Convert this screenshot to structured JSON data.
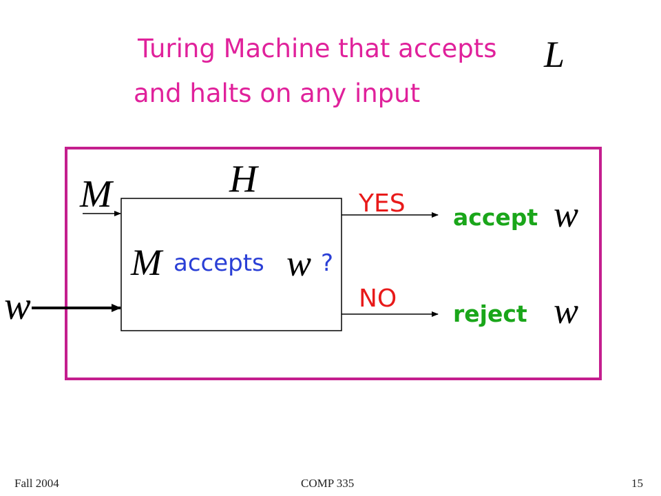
{
  "title": {
    "line1": "Turing Machine that accepts",
    "language_symbol": "L",
    "line2": "and halts on any input"
  },
  "diagram": {
    "machine_label": "H",
    "input_machine": "M",
    "input_string": "w",
    "box_query": {
      "machine": "M",
      "verb": "accepts",
      "string": "w",
      "question_mark": "?"
    },
    "yes_label": "YES",
    "no_label": "NO",
    "accept_label": "accept",
    "accept_symbol": "w",
    "reject_label": "reject",
    "reject_symbol": "w",
    "colors": {
      "outer_frame": "#c41e8e",
      "title": "#e0219b",
      "yes_no": "#e81a1a",
      "accept_reject": "#1aa61a",
      "query": "#2a3fd6"
    }
  },
  "footer": {
    "left": "Fall 2004",
    "center": "COMP 335",
    "right": "15"
  }
}
